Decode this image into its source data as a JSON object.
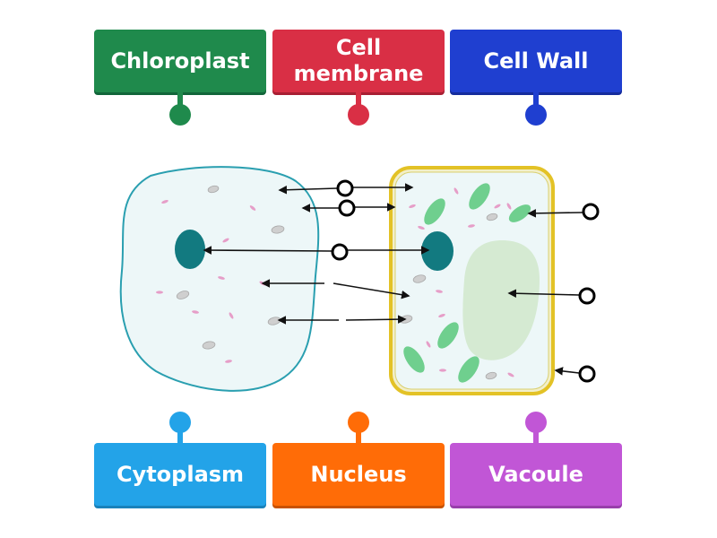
{
  "colors": {
    "green": "#1f8a4c",
    "red": "#d92f45",
    "navy": "#1f3fd0",
    "sky": "#23a3e8",
    "orange": "#ff6c07",
    "purple": "#c156d6",
    "cell_fill": "#edf7f8",
    "cell_outline": "#2a9fb0",
    "wall_yellow": "#e3c226",
    "nucleus": "#127a80",
    "chloroplast": "#6fcf8e",
    "vacuole": "#d5ead2"
  },
  "labels": [
    {
      "id": "chloroplast",
      "text": "Chloroplast",
      "color": "green"
    },
    {
      "id": "cell-membrane",
      "text": "Cell membrane",
      "color": "red"
    },
    {
      "id": "cell-wall",
      "text": "Cell Wall",
      "color": "navy"
    },
    {
      "id": "cytoplasm",
      "text": "Cytoplasm",
      "color": "sky"
    },
    {
      "id": "nucleus",
      "text": "Nucleus",
      "color": "orange"
    },
    {
      "id": "vacoule",
      "text": "Vacoule",
      "color": "purple"
    }
  ],
  "label_lines": {
    "membrane_line1": "Cell",
    "membrane_line2": "membrane"
  }
}
